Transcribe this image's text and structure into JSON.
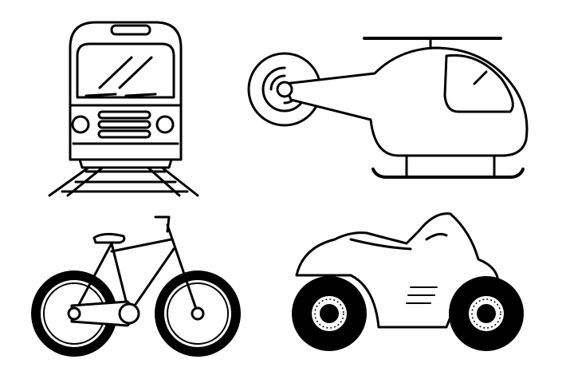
{
  "illustration": {
    "items": [
      {
        "name": "train"
      },
      {
        "name": "helicopter"
      },
      {
        "name": "bicycle"
      },
      {
        "name": "atv"
      }
    ],
    "colors": {
      "line": "#000000",
      "background": "#ffffff"
    }
  }
}
